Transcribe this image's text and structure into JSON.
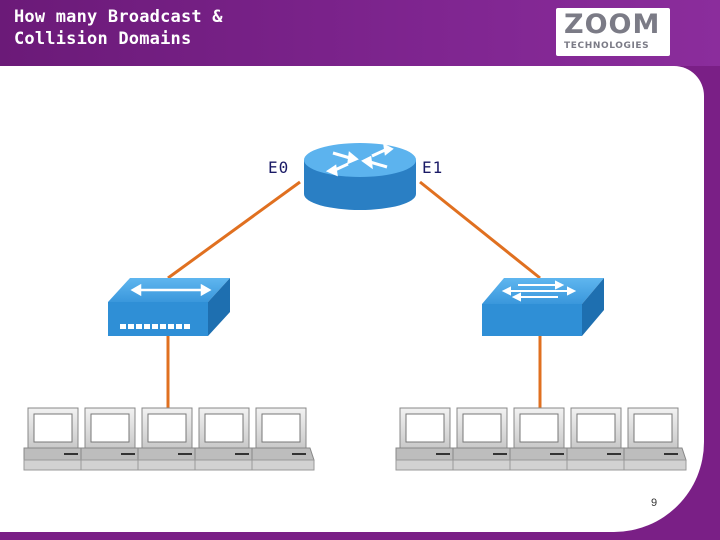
{
  "slide": {
    "title_line1": "How many Broadcast &",
    "title_line2": "Collision Domains",
    "page_number": "9"
  },
  "logo": {
    "main": "ZOOM",
    "sub": "TECHNOLOGIES"
  },
  "diagram": {
    "router_ports": [
      "E0",
      "E1"
    ],
    "left_device": "hub",
    "right_device": "switch",
    "left_pc_count": 5,
    "right_pc_count": 5
  },
  "colors": {
    "background": "#7a1f86",
    "link": "#e07020",
    "device_blue": "#2f8fd6"
  }
}
